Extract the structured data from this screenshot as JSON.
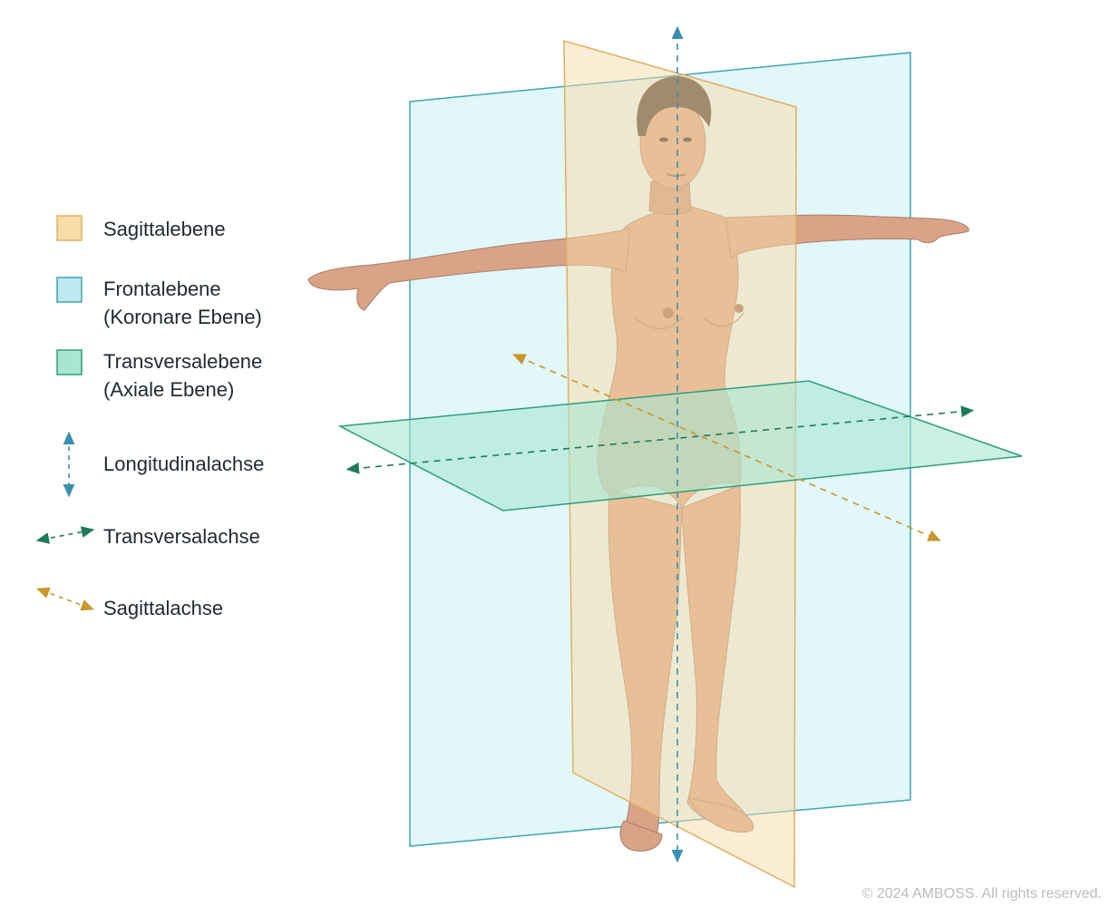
{
  "legend": {
    "sagittal_plane": {
      "label": "Sagittalebene",
      "color": "#f7dca8",
      "border": "#e0b064"
    },
    "frontal_plane": {
      "line1": "Frontalebene",
      "line2": "(Koronare Ebene)",
      "color": "#bfe9f0",
      "border": "#3aa6b6"
    },
    "transverse_plane": {
      "line1": "Transversalebene",
      "line2": "(Axiale Ebene)",
      "color": "#a8e6d2",
      "border": "#2f9d7f"
    },
    "longitudinal_axis": {
      "label": "Longitudinalachse",
      "color": "#3a8fb0"
    },
    "transverse_axis": {
      "label": "Transversalachse",
      "color": "#1f7a5c"
    },
    "sagittal_axis": {
      "label": "Sagittalachse",
      "color": "#c8962c"
    }
  },
  "copyright": "© 2024 AMBOSS. All rights reserved.",
  "colors": {
    "skin": "#d8a387",
    "skin_shadow": "#b98a73",
    "hair": "#4a3a32"
  }
}
